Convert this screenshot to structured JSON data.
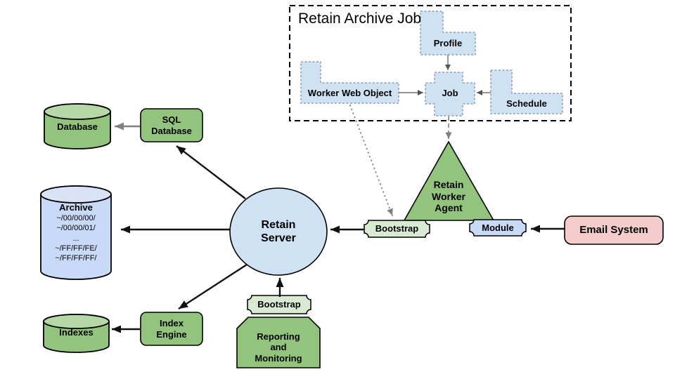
{
  "diagram": {
    "archive_job_group": {
      "title": "Retain Archive Job",
      "profile": "Profile",
      "worker_web_object": "Worker Web Object",
      "job": "Job",
      "schedule": "Schedule"
    },
    "server": "Retain\nServer",
    "worker_agent": "Retain\nWorker\nAgent",
    "worker_bootstrap": "Bootstrap",
    "module": "Module",
    "email_system": "Email System",
    "sql_database": "SQL\nDatabase",
    "database": "Database",
    "archive": {
      "title": "Archive",
      "paths": "~/00/00/00/\n~/00/00/01/\n...\n~/FF/FF/FE/\n~/FF/FF/FF/"
    },
    "indexes": "Indexes",
    "index_engine": "Index\nEngine",
    "reporting": "Reporting\nand\nMonitoring",
    "reporting_bootstrap": "Bootstrap"
  },
  "colors": {
    "green": "#93c47d",
    "green_light": "#b6d7a8",
    "pale_green": "#d9ead3",
    "pale_blue": "#cfe2f3",
    "light_blue": "#c9daf8",
    "light_blue_lid": "#dae3f5",
    "pink": "#f4cccc",
    "gray_arrow": "#808080",
    "dashed_shape_border": "#8b9db5",
    "black": "#000000"
  }
}
